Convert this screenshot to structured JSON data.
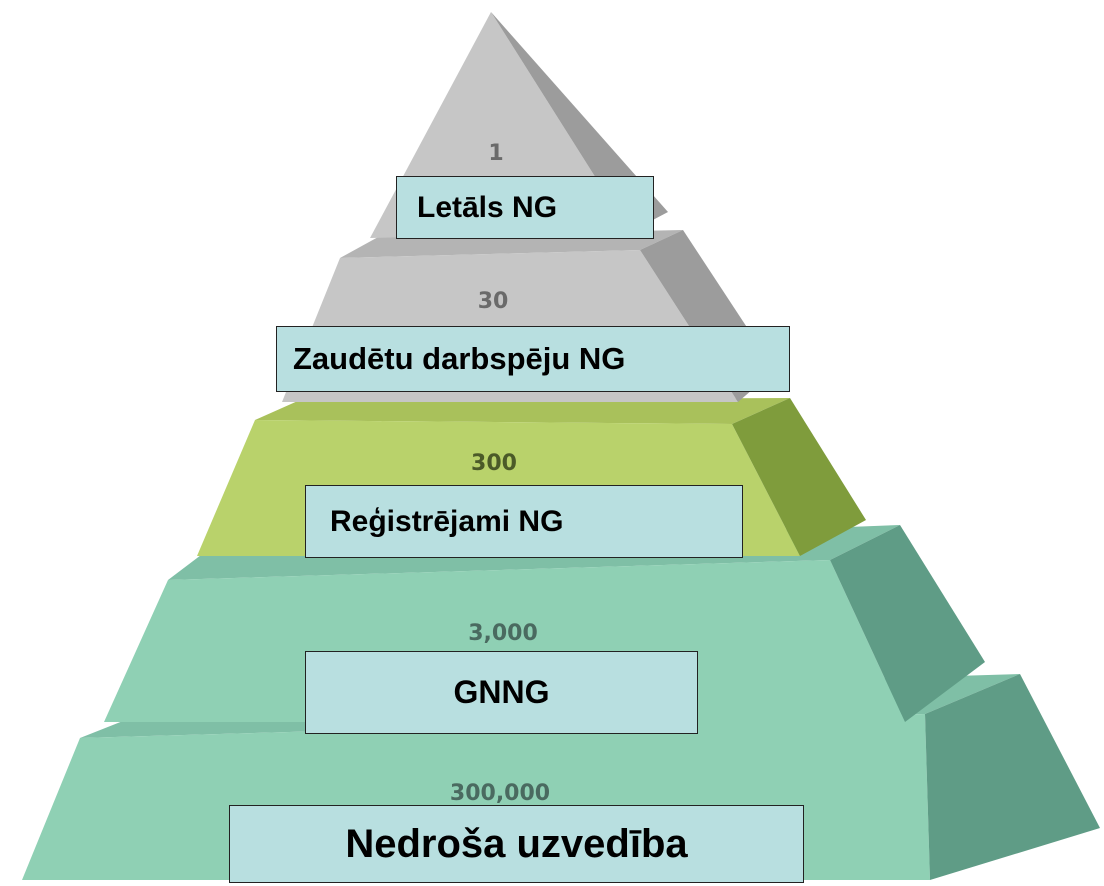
{
  "pyramid": {
    "levels": [
      {
        "count": "1",
        "label": "Letāls NG"
      },
      {
        "count": "30",
        "label": "Zaudētu darbspēju NG"
      },
      {
        "count": "300",
        "label": "Reģistrējami NG"
      },
      {
        "count": "3,000",
        "label": "GNNG"
      },
      {
        "count": "300,000",
        "label": "Nedroša uzvedība"
      }
    ]
  },
  "colors": {
    "tier_grey_front": "#c6c6c6",
    "tier_grey_side": "#9c9c9c",
    "tier_green_front": "#b9d26b",
    "tier_green_side": "#7f9c3c",
    "tier_teal_front": "#8fd0b4",
    "tier_teal_side": "#5f9c86",
    "count_grey": "#6a6a6a",
    "count_green": "#4b5a28",
    "count_teal": "#4a6a60",
    "label_box_fill": "#b8dfe0"
  }
}
